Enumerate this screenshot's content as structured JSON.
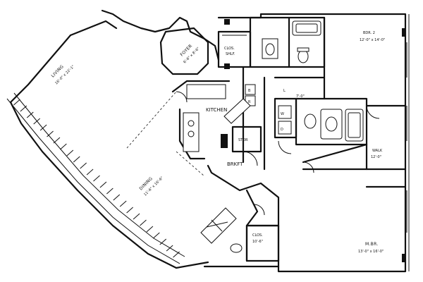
{
  "rooms": {
    "living": {
      "name": "LIVING",
      "dims": "16'-0\" x 22'-1\""
    },
    "foyer": {
      "name": "FOYER",
      "dims": "6'-6\" x 8'-6\""
    },
    "closet_top": {
      "name": "CLOS.",
      "sub": "SHLF."
    },
    "kitchen": {
      "name": "KITCHEN"
    },
    "stor": {
      "name": "STOR"
    },
    "brkft": {
      "name": "BRKFT"
    },
    "dining": {
      "name": "DINING",
      "dims": "11'-6\" x 16'-6\""
    },
    "bdr2": {
      "name": "BDR. 2",
      "dims": "12'-0\" x 14'-0\""
    },
    "walk_in": {
      "name": "WALK",
      "dims": "12'-0\""
    },
    "closet_bottom": {
      "name": "CLOS.",
      "sub": "10'-6\""
    },
    "mbr": {
      "name": "M.BR.",
      "dims": "13'-0\" x 16'-0\""
    },
    "linen": {
      "name": "L",
      "dims": "7'-0\""
    }
  },
  "appliances": {
    "w": "W",
    "d": "D",
    "b": "B",
    "r": "R"
  }
}
